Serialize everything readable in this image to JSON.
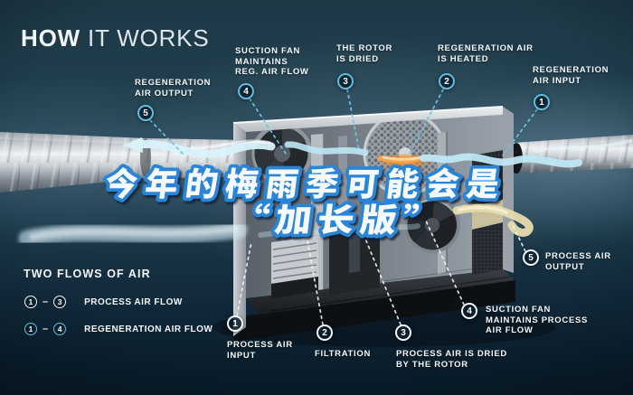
{
  "title": {
    "bold": "HOW",
    "light": " IT WORKS"
  },
  "headline": {
    "line1": "今年的梅雨季可能会是",
    "line2": "“加长版”",
    "fill": "#f5f9fb",
    "outline": "#2a85d6"
  },
  "callouts": {
    "regeneration": [
      {
        "num": "1",
        "label": "REGENERATION AIR INPUT",
        "lines": [
          "REGENERATION",
          "AIR INPUT"
        ]
      },
      {
        "num": "2",
        "label": "REGENERATION AIR IS HEATED",
        "lines": [
          "REGENERATION AIR",
          "IS HEATED"
        ]
      },
      {
        "num": "3",
        "label": "THE ROTOR IS DRIED",
        "lines": [
          "THE ROTOR",
          "IS DRIED"
        ]
      },
      {
        "num": "4",
        "label": "SUCTION FAN MAINTAINS REG. AIR FLOW",
        "lines": [
          "SUCTION FAN",
          "MAINTAINS",
          "REG. AIR FLOW"
        ]
      },
      {
        "num": "5",
        "label": "REGENERATION AIR OUTPUT",
        "lines": [
          "REGENERATION",
          "AIR OUTPUT"
        ]
      }
    ],
    "process": [
      {
        "num": "1",
        "label": "PROCESS AIR INPUT",
        "lines": [
          "PROCESS AIR",
          "INPUT"
        ]
      },
      {
        "num": "2",
        "label": "FILTRATION",
        "lines": [
          "FILTRATION"
        ]
      },
      {
        "num": "3",
        "label": "PROCESS AIR IS DRIED BY THE ROTOR",
        "lines": [
          "PROCESS AIR IS DRIED",
          "BY THE ROTOR"
        ]
      },
      {
        "num": "4",
        "label": "SUCTION FAN MAINTAINS PROCESS AIR FLOW",
        "lines": [
          "SUCTION FAN",
          "MAINTAINS PROCESS",
          "AIR FLOW"
        ]
      },
      {
        "num": "5",
        "label": "PROCESS AIR OUTPUT",
        "lines": [
          "PROCESS AIR",
          "OUTPUT"
        ]
      }
    ]
  },
  "legend": {
    "title": "TWO FLOWS OF AIR",
    "rows": [
      {
        "from": "1",
        "separator": "–",
        "to": "3",
        "label": "PROCESS AIR FLOW",
        "type": "process"
      },
      {
        "from": "1",
        "separator": "–",
        "to": "4",
        "label": "REGENERATION AIR FLOW",
        "type": "regeneration"
      }
    ]
  },
  "colors": {
    "background": "#1b3747",
    "regeneration_accent": "#5fbede",
    "process_accent": "#f2f6f8",
    "heater_orange": "#ff9233",
    "dry_air_beige": "#e7dbae",
    "headline_blue": "#2a85d6"
  }
}
